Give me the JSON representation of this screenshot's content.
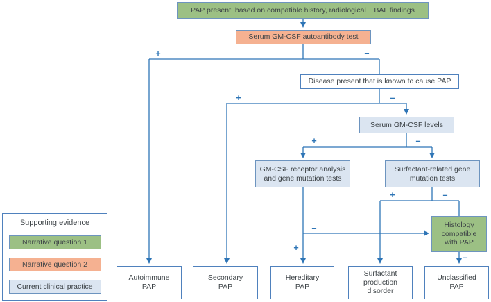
{
  "colors": {
    "background": "#ffffff",
    "line": "#2e75b6",
    "box_border": "#4f81bd",
    "fill_border": "#6d94bf",
    "green": "#9cc084",
    "salmon": "#f5b191",
    "light_blue": "#dbe5f1",
    "text": "#3d4347"
  },
  "signs": {
    "plus": "+",
    "minus": "–"
  },
  "nodes": {
    "pap_present": "PAP present: based on compatible history, radiological ± BAL findings",
    "autoantibody_test": "Serum GM-CSF autoantibody test",
    "disease_present": "Disease present that is known to cause PAP",
    "serum_levels": "Serum GM-CSF levels",
    "receptor_analysis": "GM-CSF receptor analysis and gene mutation tests",
    "surfactant_tests": "Surfactant-related gene mutation tests",
    "histology": "Histology compatible with PAP",
    "autoimmune": "Autoimmune PAP",
    "secondary": "Secondary PAP",
    "hereditary": "Hereditary PAP",
    "surfactant_disorder": "Surfactant production disorder",
    "unclassified": "Unclassified PAP"
  },
  "legend": {
    "title": "Supporting evidence",
    "items": [
      {
        "label": "Narrative question 1",
        "color": "#9cc084"
      },
      {
        "label": "Narrative question 2",
        "color": "#f5b191"
      },
      {
        "label": "Current clinical practice",
        "color": "#dbe5f1"
      }
    ]
  }
}
